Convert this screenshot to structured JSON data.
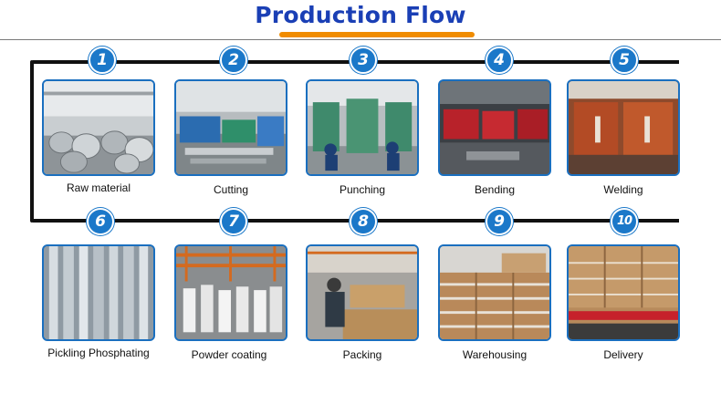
{
  "title": "Production Flow",
  "steps": [
    {
      "number": "1",
      "label": "Raw material"
    },
    {
      "number": "2",
      "label": "Cutting"
    },
    {
      "number": "3",
      "label": "Punching"
    },
    {
      "number": "4",
      "label": "Bending"
    },
    {
      "number": "5",
      "label": "Welding"
    },
    {
      "number": "6",
      "label": "Pickling Phosphating"
    },
    {
      "number": "7",
      "label": "Powder coating"
    },
    {
      "number": "8",
      "label": "Packing"
    },
    {
      "number": "9",
      "label": "Warehousing"
    },
    {
      "number": "10",
      "label": "Delivery"
    }
  ],
  "colors": {
    "title": "#1a3fb5",
    "accent": "#f08c00",
    "badge": "#1b78c9",
    "frame": "#1a6fbf"
  }
}
